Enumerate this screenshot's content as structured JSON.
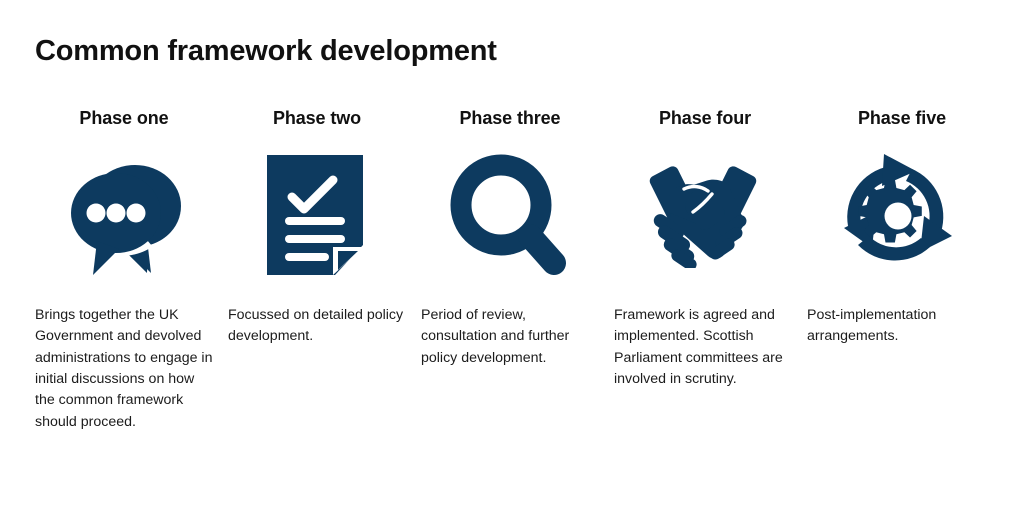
{
  "page": {
    "title": "Common framework development",
    "background_color": "#ffffff",
    "title_color": "#111111",
    "icon_color": "#0d3a5f",
    "body_text_color": "#1c1c1c"
  },
  "phases": [
    {
      "heading": "Phase one",
      "icon": "speech-bubbles-icon",
      "description": "Brings together the UK Government and devolved administrations to engage in initial discussions on how the common framework should proceed."
    },
    {
      "heading": "Phase two",
      "icon": "checked-document-icon",
      "description": "Focussed on detailed policy development."
    },
    {
      "heading": "Phase three",
      "icon": "magnifying-glass-icon",
      "description": "Period of review, consultation and further policy development."
    },
    {
      "heading": "Phase four",
      "icon": "handshake-icon",
      "description": "Framework is agreed and implemented. Scottish Parliament committees are involved in scrutiny."
    },
    {
      "heading": "Phase five",
      "icon": "cycle-gear-icon",
      "description": "Post-implementation arrangements."
    }
  ]
}
